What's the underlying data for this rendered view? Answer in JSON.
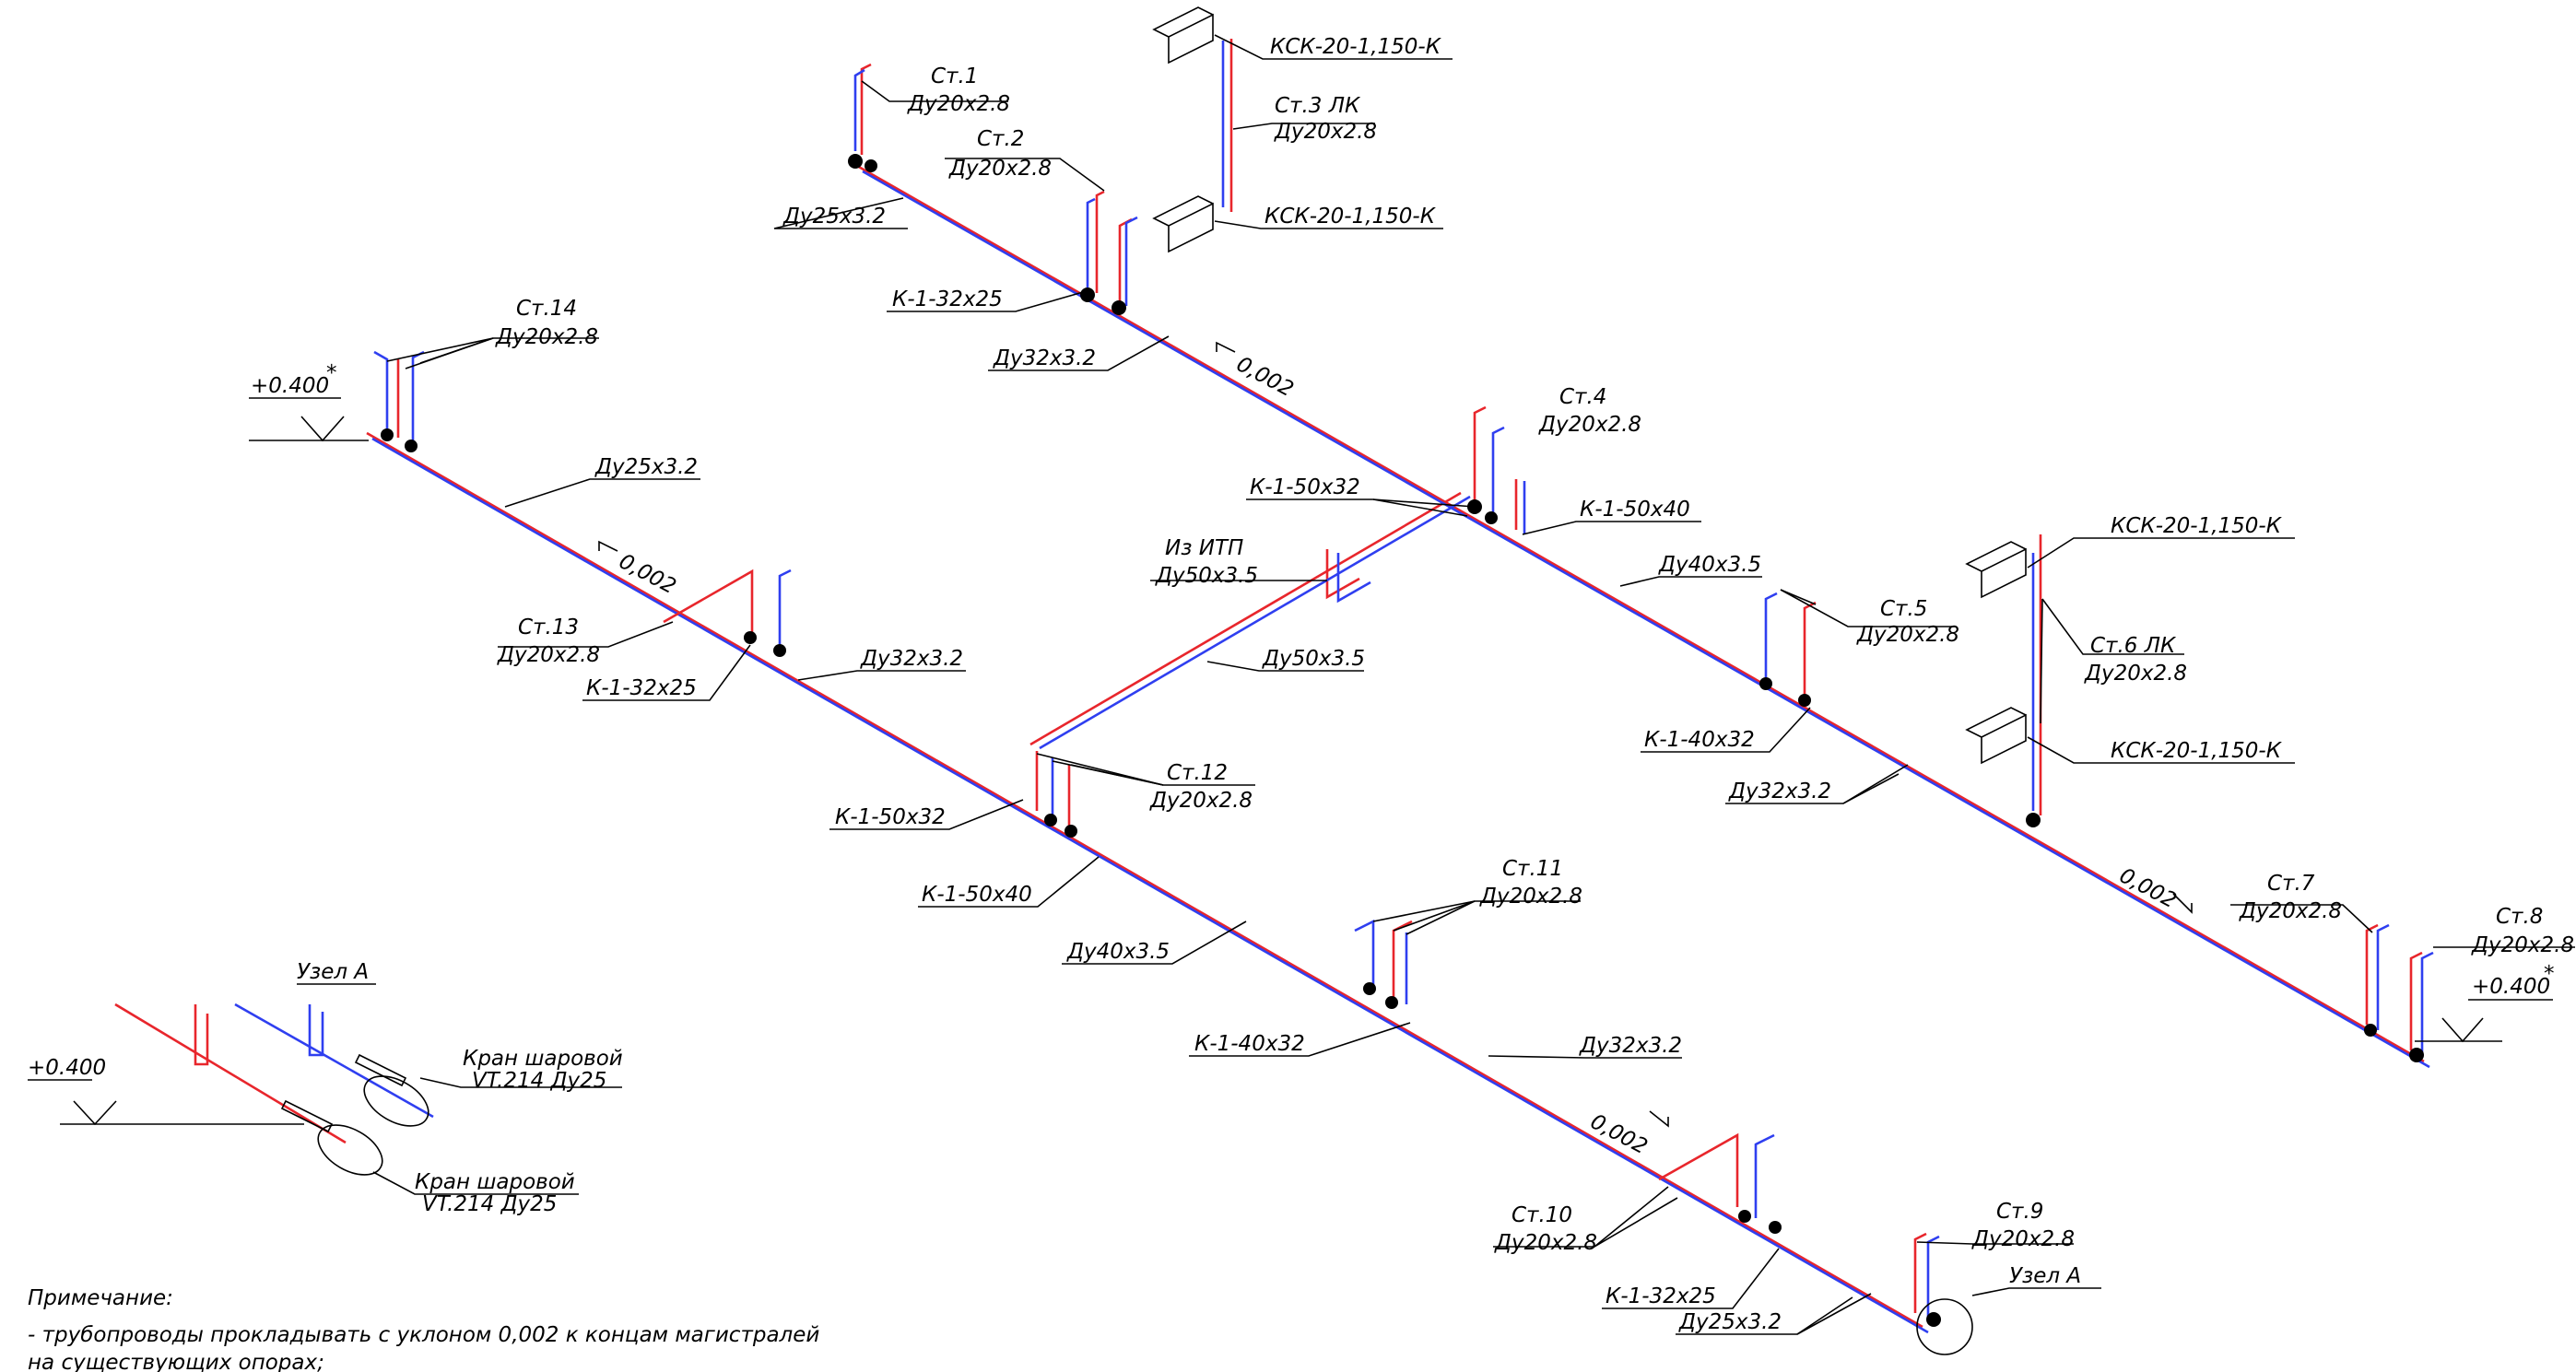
{
  "colors": {
    "supply": "#e8262c",
    "return": "#2f3ff0",
    "ink": "#000000"
  },
  "risers": {
    "st1": {
      "name": "Ст.1",
      "dim": "Ду20х2.8"
    },
    "st2": {
      "name": "Ст.2",
      "dim": "Ду20х2.8"
    },
    "st3": {
      "name": "Ст.3 ЛК",
      "dim": "Ду20х2.8"
    },
    "st4": {
      "name": "Ст.4",
      "dim": "Ду20х2.8"
    },
    "st5": {
      "name": "Ст.5",
      "dim": "Ду20х2.8"
    },
    "st6": {
      "name": "Ст.6 ЛК",
      "dim": "Ду20х2.8"
    },
    "st7": {
      "name": "Ст.7",
      "dim": "Ду20х2.8"
    },
    "st8": {
      "name": "Ст.8",
      "dim": "Ду20х2.8"
    },
    "st9": {
      "name": "Ст.9",
      "dim": "Ду20х2.8"
    },
    "st10": {
      "name": "Ст.10",
      "dim": "Ду20х2.8"
    },
    "st11": {
      "name": "Ст.11",
      "dim": "Ду20х2.8"
    },
    "st12": {
      "name": "Ст.12",
      "dim": "Ду20х2.8"
    },
    "st13": {
      "name": "Ст.13",
      "dim": "Ду20х2.8"
    },
    "st14": {
      "name": "Ст.14",
      "dim": "Ду20х2.8"
    }
  },
  "convectors": {
    "ksk_top1": "КСК-20-1,150-К",
    "ksk_top2": "КСК-20-1,150-К",
    "ksk_right1": "КСК-20-1,150-К",
    "ksk_right2": "КСК-20-1,150-К"
  },
  "pipes": {
    "du25_top": "Ду25х3.2",
    "k132_top": "К-1-32х25",
    "du32_top": "Ду32х3.2",
    "du25_left": "Ду25х3.2",
    "k132_left": "К-1-32х25",
    "du32_left": "Ду32х3.2",
    "k150x32_center": "К-1-50х32",
    "k150x40_center": "К-1-50х40",
    "du40_center": "Ду40х3.5",
    "du50_center": "Ду50х3.5",
    "k150x32_lower": "К-1-50х32",
    "k150x40_lower": "К-1-50х40",
    "du40_lower": "Ду40х3.5",
    "k140_lower": "К-1-40х32",
    "du32_lower": "Ду32х3.2",
    "k140_right": "К-1-40х32",
    "du32_right": "Ду32х3.2",
    "k132_bottom": "К-1-32х25",
    "du25_bottom": "Ду25х3.2"
  },
  "slopes": {
    "s1": "0,002",
    "s2": "0,002",
    "s3": "0,002",
    "s4": "0,002"
  },
  "elevations": {
    "left": "+0.400",
    "right": "+0.400",
    "detail": "+0.400"
  },
  "itp": {
    "line1": "Из ИТП",
    "line2": "Ду50х3.5"
  },
  "node": {
    "label": "Узел А",
    "detail_title": "Узел А"
  },
  "valves": {
    "v1_line1": "Кран шаровой",
    "v1_line2": "VT.214 Ду25",
    "v2_line1": "Кран шаровой",
    "v2_line2": "VT.214 Ду25"
  },
  "note": {
    "title": "Примечание:",
    "line1": "- трубопроводы прокладывать с уклоном 0,002 к концам магистралей",
    "line2": "на существующих опорах;"
  }
}
